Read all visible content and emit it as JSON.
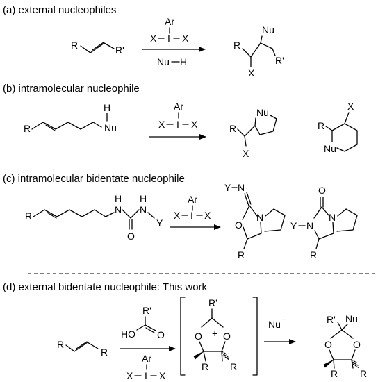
{
  "sections": {
    "a": {
      "title": "(a) external nucleophiles"
    },
    "b": {
      "title": "(b) intramolecular nucleophile"
    },
    "c": {
      "title": "(c) intramolecular bidentate nucleophile"
    },
    "d": {
      "title": "(d) external bidentate nucleophile: This work"
    }
  },
  "atoms": {
    "R": "R",
    "R_prime": "R'",
    "Nu": "Nu",
    "X": "X",
    "Ar": "Ar",
    "I": "I",
    "H": "H",
    "N": "N",
    "O": "O",
    "Y": "Y",
    "HO": "HO",
    "plus": "+",
    "minus": "−",
    "dash": "−"
  }
}
